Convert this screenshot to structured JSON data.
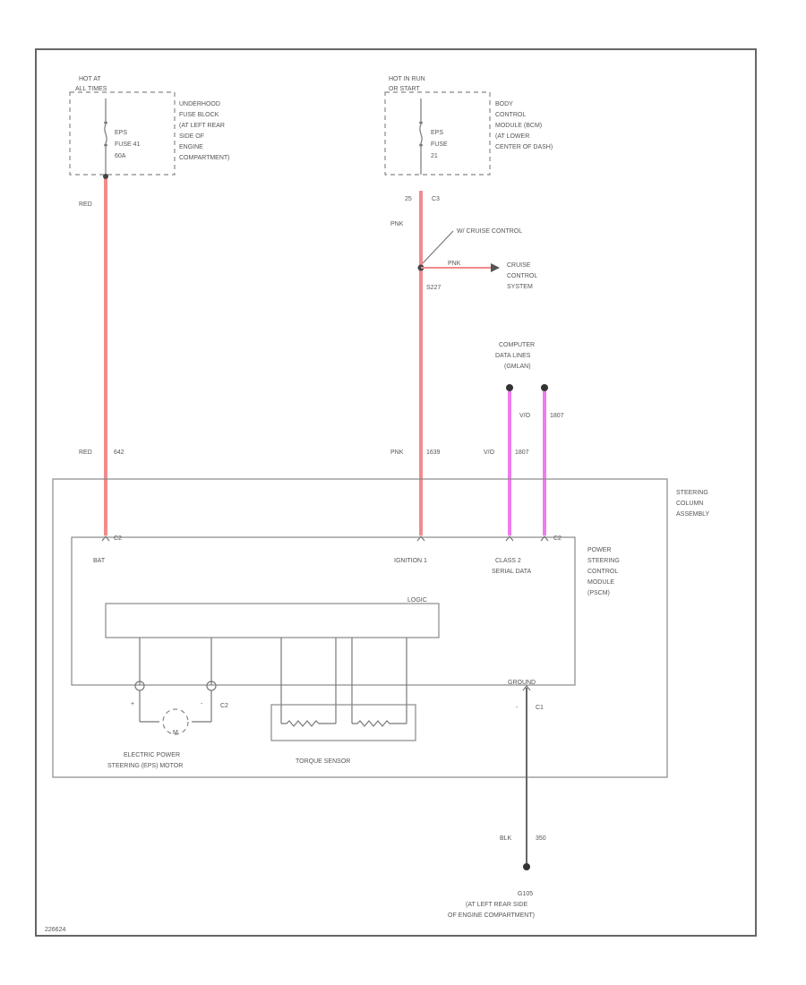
{
  "colors": {
    "red_wire": "#f28b8b",
    "violet_wire": "#ee7cee",
    "black_wire": "#666666"
  },
  "fuse_left": {
    "power_label": [
      "HOT AT",
      "ALL TIMES"
    ],
    "fuse_name": [
      "EPS",
      "FUSE 41",
      "60A"
    ],
    "location": [
      "UNDERHOOD",
      "FUSE BLOCK",
      "(AT LEFT REAR",
      "SIDE OF",
      "ENGINE",
      "COMPARTMENT)"
    ]
  },
  "fuse_right": {
    "power_label": [
      "HOT IN RUN",
      "OR START"
    ],
    "fuse_name": [
      "EPS",
      "FUSE",
      "21"
    ],
    "location": [
      "BODY",
      "CONTROL",
      "MODULE (BCM)",
      "(AT LOWER",
      "CENTER OF DASH)"
    ]
  },
  "wires": {
    "left_color_top": "RED",
    "left_color_bottom": "RED",
    "left_circuit": "642",
    "right_pin": "25",
    "right_connector": "C3",
    "right_color_top": "PNK",
    "cruise_option": "W/ CRUISE CONTROL",
    "cruise_wire_color": "PNK",
    "splice": "S227",
    "cruise_system": [
      "CRUISE",
      "CONTROL",
      "SYSTEM"
    ],
    "right_color_bottom": "PNK",
    "right_circuit": "1639",
    "data_lines": [
      "COMPUTER",
      "DATA LINES",
      "(GMLAN)"
    ],
    "violet_color_top": "V/O",
    "violet_circuit_top": "1807",
    "violet_color_bottom": "V/O",
    "violet_circuit_bottom": "1807",
    "ground_color": "BLK",
    "ground_circuit": "350"
  },
  "assembly": {
    "label": [
      "STEERING",
      "COLUMN",
      "ASSEMBLY"
    ],
    "module_label": [
      "POWER",
      "STEERING",
      "CONTROL",
      "MODULE",
      "(PSCM)"
    ],
    "connector_c2_left": "C2",
    "connector_c2_right": "C2",
    "batt_label": "BAT",
    "ignition_label": "IGNITION 1",
    "serial_label": [
      "CLASS 2",
      "SERIAL DATA"
    ],
    "logic_label": "LOGIC",
    "ground_label": "GROUND",
    "motor_conn": "C2",
    "ground_conn": "C1",
    "motor_label": [
      "ELECTRIC POWER",
      "STEERING (EPS) MOTOR"
    ],
    "torque_label": "TORQUE SENSOR"
  },
  "ground": {
    "name": "G105",
    "location": [
      "(AT LEFT REAR SIDE",
      "OF ENGINE COMPARTMENT)"
    ]
  },
  "figure_id": "226624"
}
